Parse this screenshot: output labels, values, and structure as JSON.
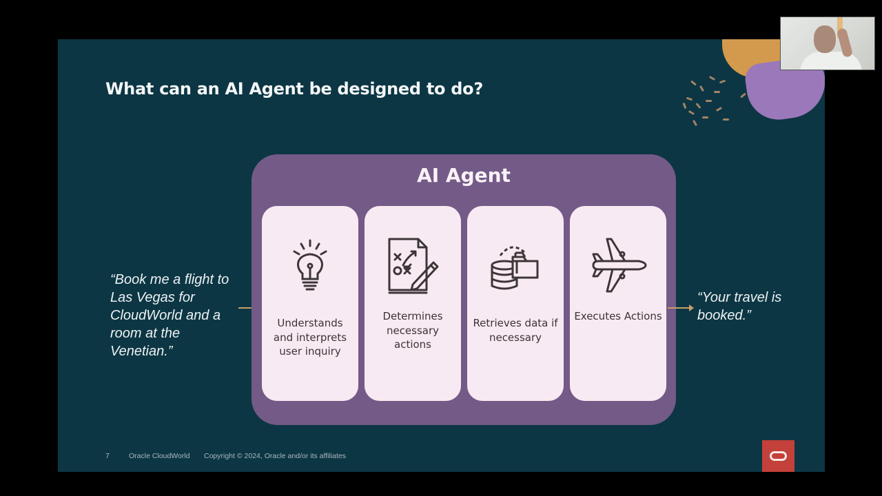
{
  "slide": {
    "title": "What can an AI Agent be designed to do?",
    "page_number": "7",
    "event": "Oracle CloudWorld",
    "copyright": "Copyright © 2024, Oracle and/or its affiliates",
    "logo": "oracle-logo"
  },
  "agent": {
    "title": "AI Agent",
    "steps": [
      {
        "icon": "lightbulb-icon",
        "label": "Understands and interprets user inquiry"
      },
      {
        "icon": "strategy-document-icon",
        "label": "Determines necessary actions"
      },
      {
        "icon": "database-folder-icon",
        "label": "Retrieves data if necessary"
      },
      {
        "icon": "airplane-icon",
        "label": "Executes Actions"
      }
    ]
  },
  "input_quote": "“Book me a flight to Las Vegas for CloudWorld and a room at the Venetian.”",
  "output_quote": "“Your travel is booked.”",
  "colors": {
    "background": "#0c3643",
    "panel": "#745a87",
    "card": "#f8eaf2",
    "arrow": "#c9a066",
    "logo": "#c4403a"
  },
  "webcam": {
    "label": "presenter-video"
  }
}
